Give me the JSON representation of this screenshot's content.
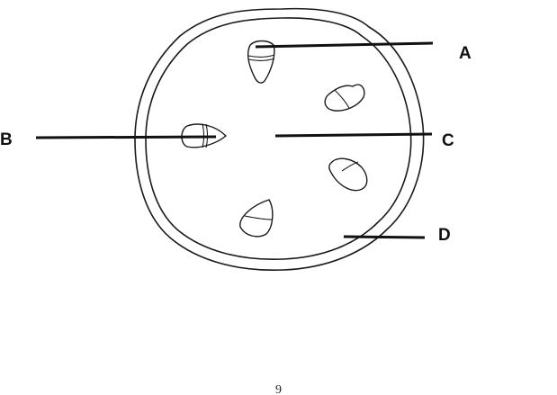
{
  "diagram": {
    "labels": {
      "a": "A",
      "b": "B",
      "c": "C",
      "d": "D"
    }
  },
  "page": {
    "number": "9"
  }
}
